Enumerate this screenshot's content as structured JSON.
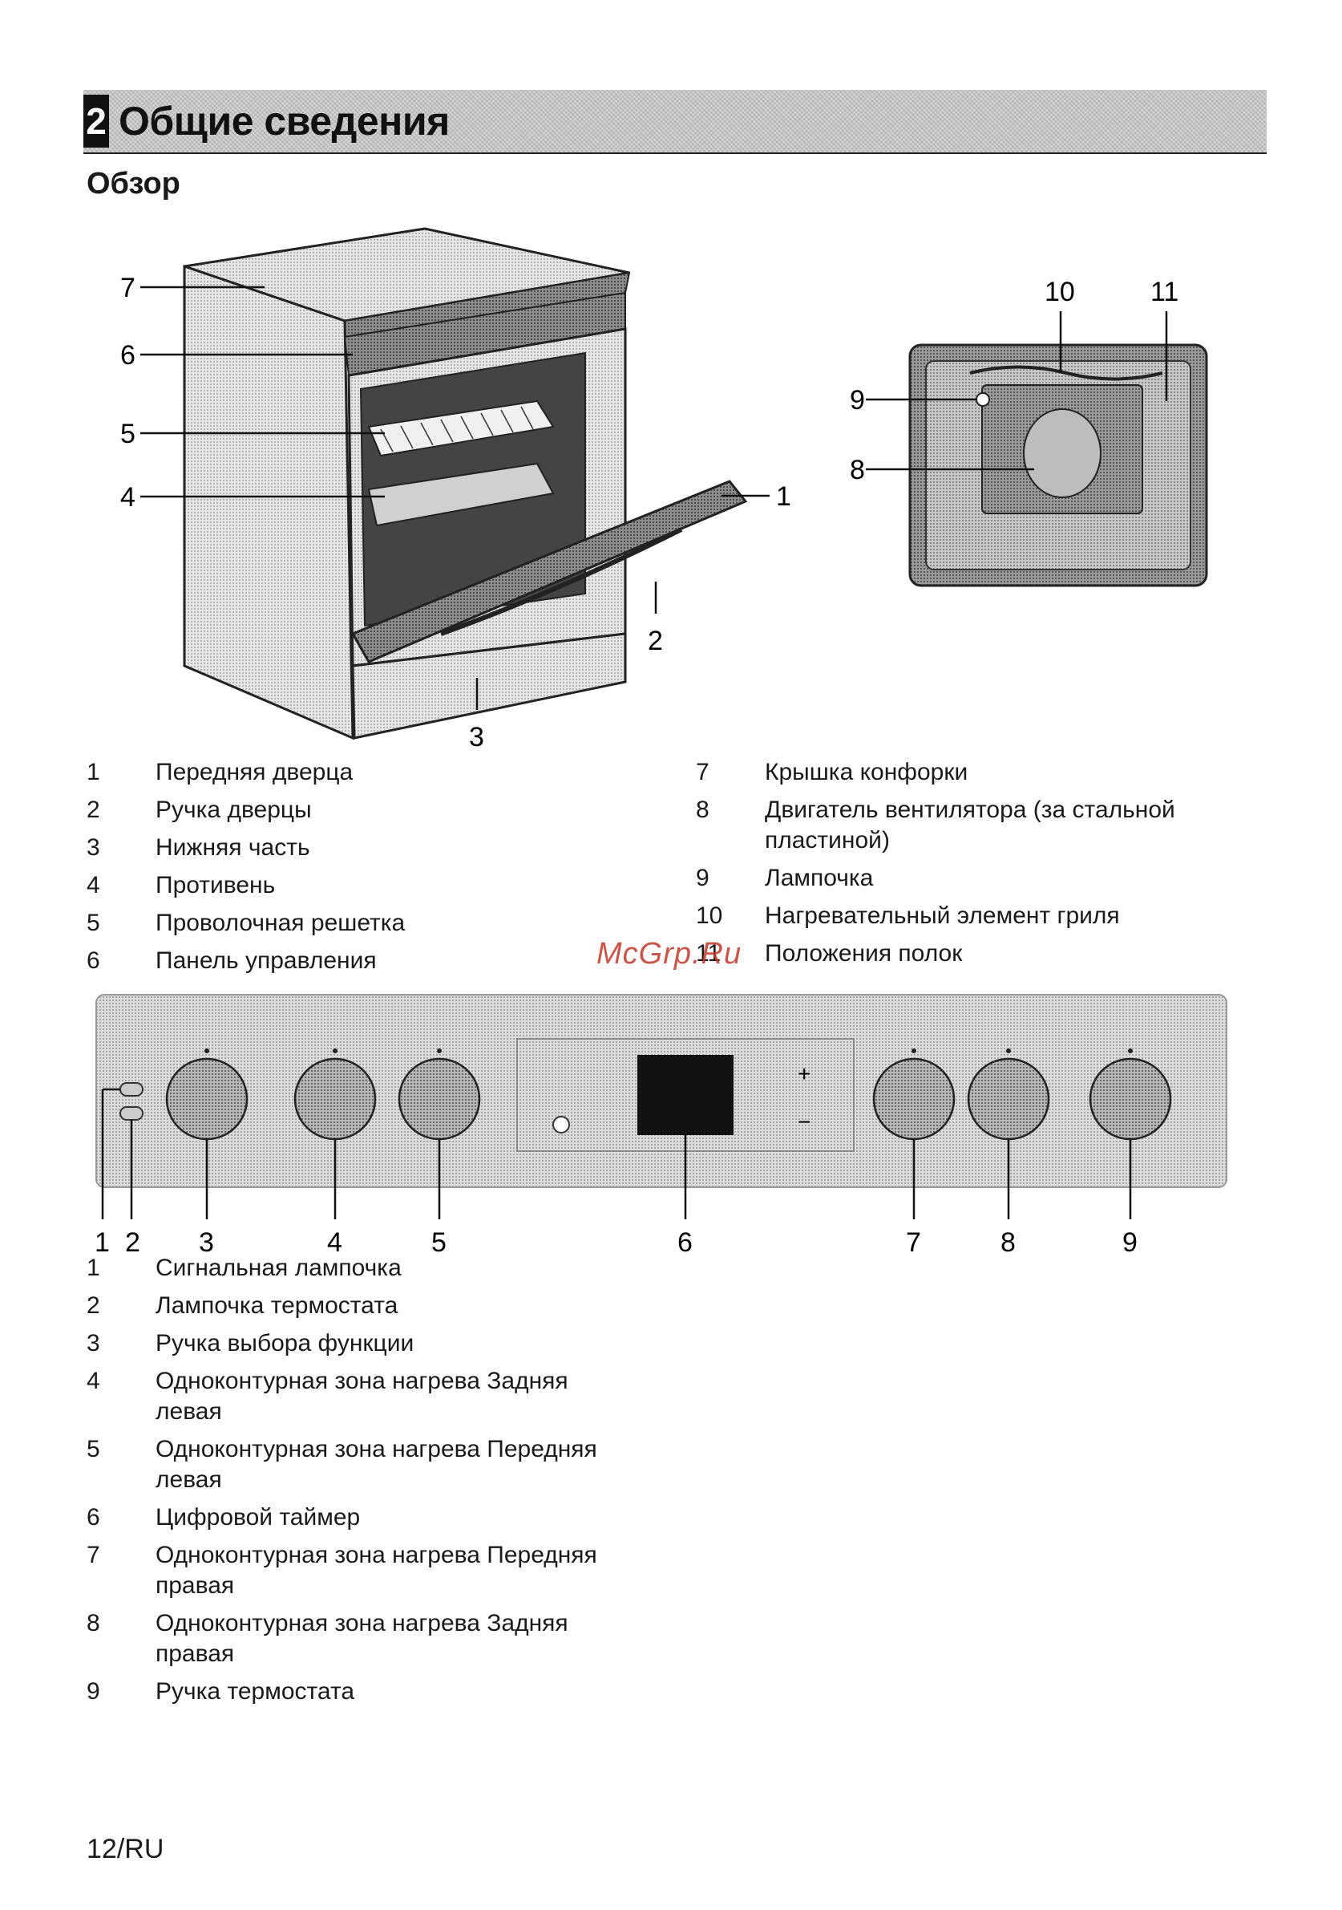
{
  "header": {
    "chapter_number": "2",
    "chapter_title": "Общие сведения"
  },
  "section": {
    "title": "Обзор"
  },
  "oven_figure": {
    "callouts": [
      "1",
      "2",
      "3",
      "4",
      "5",
      "6",
      "7"
    ]
  },
  "cavity_figure": {
    "callouts": [
      "8",
      "9",
      "10",
      "11"
    ]
  },
  "overview_legend": {
    "left": [
      {
        "num": "1",
        "text": "Передняя дверца"
      },
      {
        "num": "2",
        "text": "Ручка дверцы"
      },
      {
        "num": "3",
        "text": "Нижняя часть"
      },
      {
        "num": "4",
        "text": "Противень"
      },
      {
        "num": "5",
        "text": "Проволочная решетка"
      },
      {
        "num": "6",
        "text": "Панель управления"
      }
    ],
    "right": [
      {
        "num": "7",
        "text": "Крышка конфорки"
      },
      {
        "num": "8",
        "text": "Двигатель вентилятора (за стальной пластиной)"
      },
      {
        "num": "9",
        "text": "Лампочка"
      },
      {
        "num": "10",
        "text": "Нагревательный элемент гриля"
      },
      {
        "num": "11",
        "text": "Положения полок"
      }
    ]
  },
  "watermark": "McGrp.Ru",
  "panel_figure": {
    "callouts": [
      "1",
      "2",
      "3",
      "4",
      "5",
      "6",
      "7",
      "8",
      "9"
    ],
    "timer_plus": "+",
    "timer_minus": "−"
  },
  "panel_legend": [
    {
      "num": "1",
      "text": "Сигнальная лампочка"
    },
    {
      "num": "2",
      "text": "Лампочка термостата"
    },
    {
      "num": "3",
      "text": "Ручка выбора функции"
    },
    {
      "num": "4",
      "text": "Одноконтурная зона нагрева Задняя левая"
    },
    {
      "num": "5",
      "text": "Одноконтурная зона нагрева Передняя левая"
    },
    {
      "num": "6",
      "text": "Цифровой таймер"
    },
    {
      "num": "7",
      "text": "Одноконтурная зона нагрева Передняя правая"
    },
    {
      "num": "8",
      "text": "Одноконтурная зона нагрева Задняя правая"
    },
    {
      "num": "9",
      "text": "Ручка термостата"
    }
  ],
  "footer": {
    "page": "12/RU"
  }
}
